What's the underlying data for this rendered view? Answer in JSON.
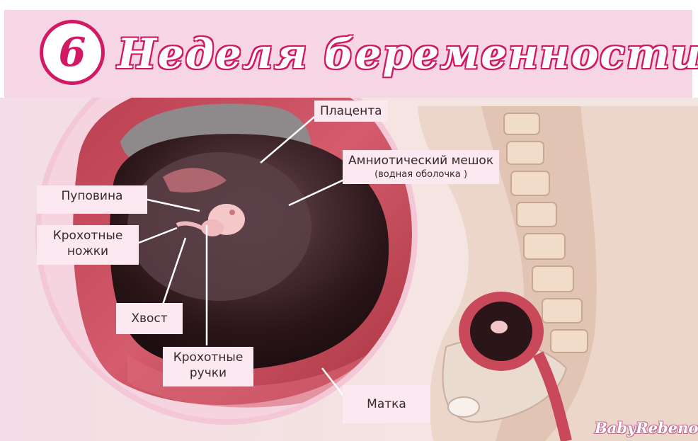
{
  "header": {
    "week_number": "6",
    "title": "Неделя беременности"
  },
  "labels": {
    "placenta": "Плацента",
    "amniotic_sac": "Амниотический мешок",
    "amniotic_sac_sub": "(водная оболочка )",
    "umbilical_cord": "Пуповина",
    "tiny_legs_line1": "Крохотные",
    "tiny_legs_line2": "ножки",
    "tail": "Хвост",
    "tiny_arms_line1": "Крохотные",
    "tiny_arms_line2": "ручки",
    "uterus": "Матка"
  },
  "watermark": "BabyRebenok",
  "colors": {
    "accent": "#d11a63",
    "banner": "#f6d6e4",
    "label_bg": "#fce8f0",
    "tissue": "#c9485a",
    "skin": "#efd9cf"
  }
}
